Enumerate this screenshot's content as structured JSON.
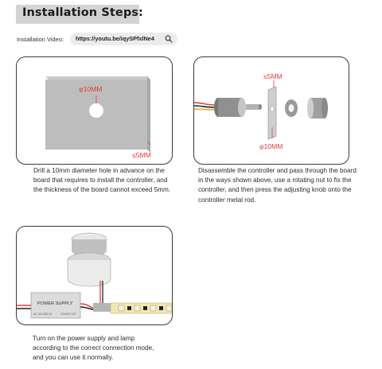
{
  "header": {
    "title": "Installation Steps:"
  },
  "video": {
    "label": "Installation Video:",
    "url": "https://youtu.be/iqySPfxlNe4"
  },
  "colors": {
    "header_bg": "#d4d4d4",
    "dimension_red": "#e0403b",
    "panel_border": "#3a3a3a",
    "pill_bg": "#ececec"
  },
  "steps": [
    {
      "caption": "Drill a 10mm diameter hole in advance on the board that requires to install the controller, and the thickness of the board cannot exceed 5mm.",
      "labels": {
        "diameter": "φ10MM",
        "thickness": "≤5MM"
      }
    },
    {
      "caption": "Disassemble the controller and pass through the board in the ways shown above, use a rotating nut to fix the controller, and then press the adjusting knob onto the controller metal rod.",
      "labels": {
        "thickness": "≤5MM",
        "diameter": "φ10MM"
      }
    },
    {
      "caption": "Turn on the power supply and lamp according to the correct connection mode, and you can use it normally.",
      "labels": {
        "power_supply": "POWER SUPPLY",
        "power_input": "AC 100-240V IN",
        "power_output": "12V/24V OUT"
      }
    }
  ]
}
